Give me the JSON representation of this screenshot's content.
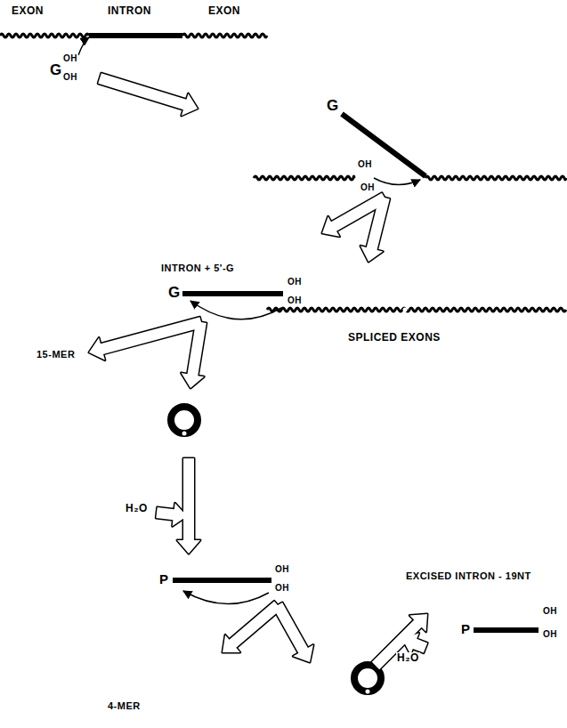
{
  "diagram": {
    "labels": [
      "EXON",
      "INTRON",
      "EXON",
      "G",
      "OH",
      "OH",
      "G",
      "OH",
      "OH",
      "INTRON + 5'-G",
      "G",
      "OH",
      "OH",
      "SPLICED EXONS",
      "15-MER",
      "H₂O",
      "P",
      "OH",
      "OH",
      "4-MER",
      "H₂O",
      "EXCISED INTRON - 19NT",
      "P",
      "OH",
      "OH"
    ]
  }
}
